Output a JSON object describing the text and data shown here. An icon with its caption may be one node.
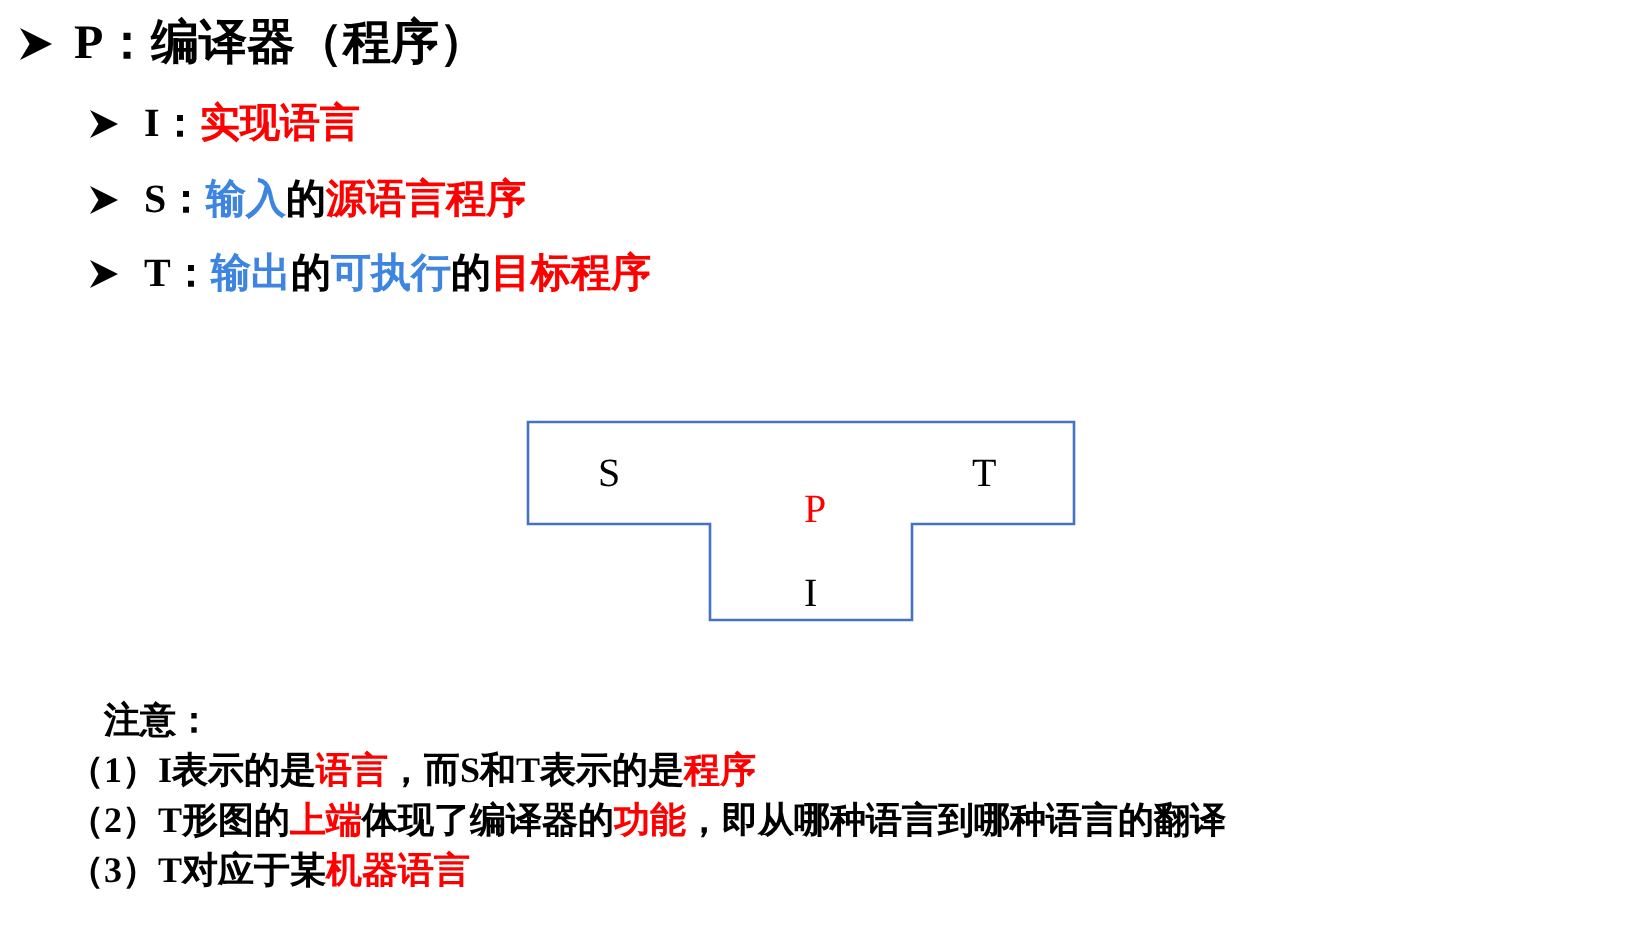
{
  "diagram": {
    "nodes": [
      {
        "text": [
          "S",
          "P",
          "T",
          "I"
        ]
      }
    ],
    "edges": [],
    "labels": [
      "P：编译器（程序）",
      "I：",
      "实现语言",
      "S：",
      "输入",
      "的",
      "源语言程序",
      "T：",
      "输出",
      "的",
      "可执行",
      "的",
      "目标程序",
      "注意：",
      "（1）I表示的是",
      "语言",
      "，而S和T表示的是",
      "程序",
      "（2）T形图的",
      "上端",
      "体现了编译器的",
      "功能",
      "，即从哪种语言到哪种语言的翻译",
      "（3）T对应于某",
      "机器语言"
    ]
  }
}
